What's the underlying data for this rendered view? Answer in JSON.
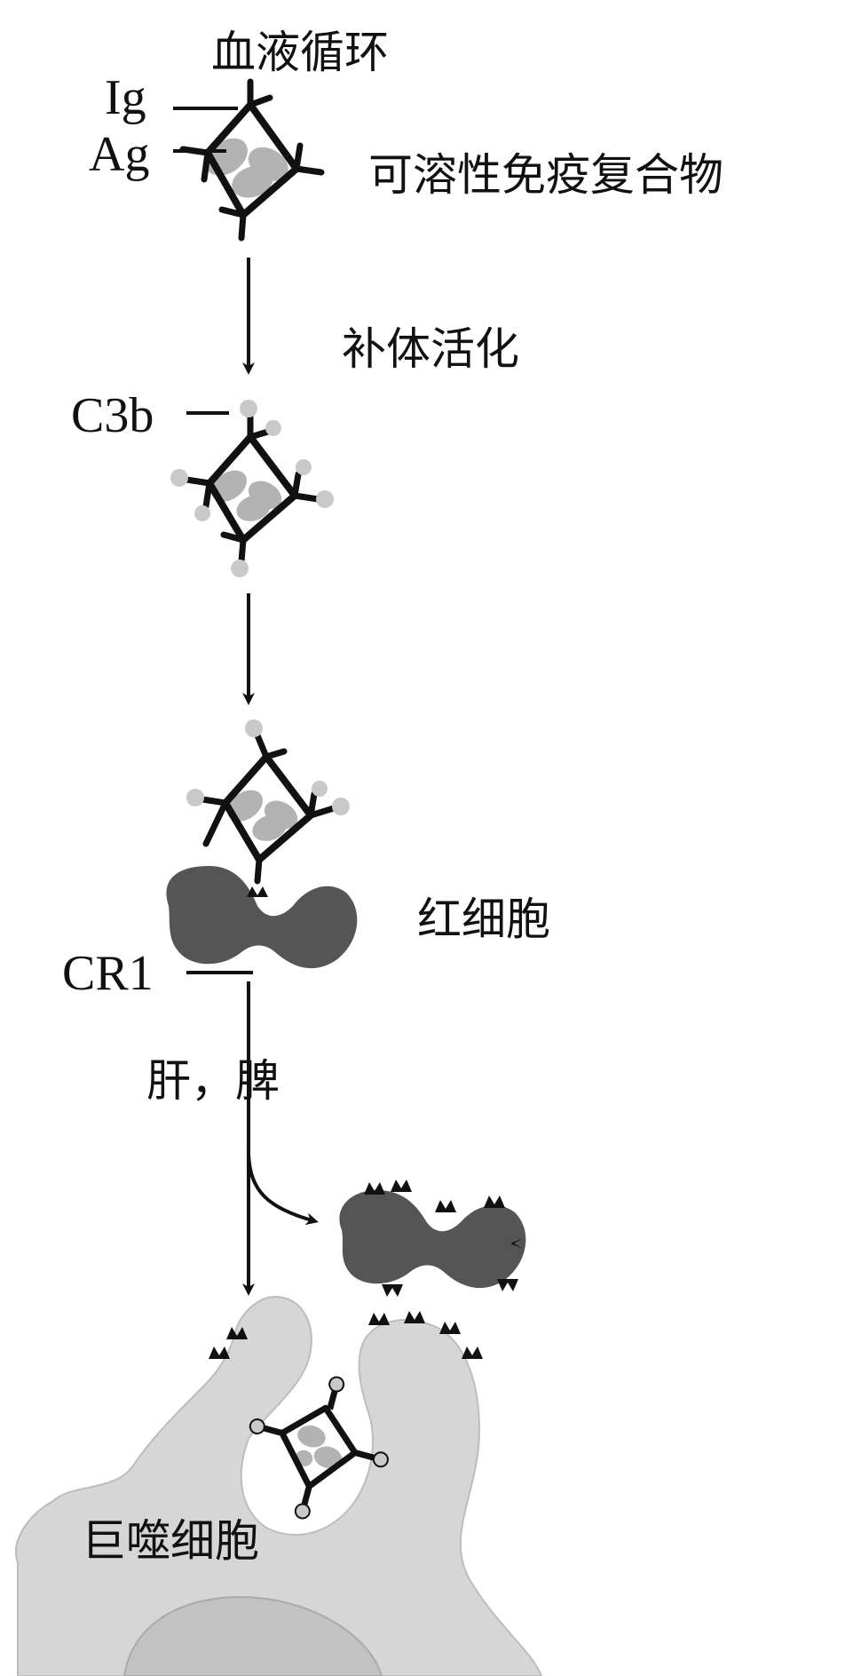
{
  "title": "血液循环",
  "labels": {
    "ig": "Ig",
    "ag": "Ag",
    "soluble_complex": "可溶性免疫复合物",
    "complement_activation": "补体活化",
    "c3b": "C3b",
    "red_blood_cell": "红细胞",
    "cr1": "CR1",
    "liver_spleen": "肝，脾",
    "macrophage": "巨噬细胞"
  },
  "colors": {
    "antibody": "#111111",
    "antigen": "#b3b3b3",
    "c3b": "#c9c9c9",
    "red_blood_cell": "#555555",
    "macrophage": "#d6d6d6",
    "macrophage_nucleus": "#c2c2c2"
  }
}
